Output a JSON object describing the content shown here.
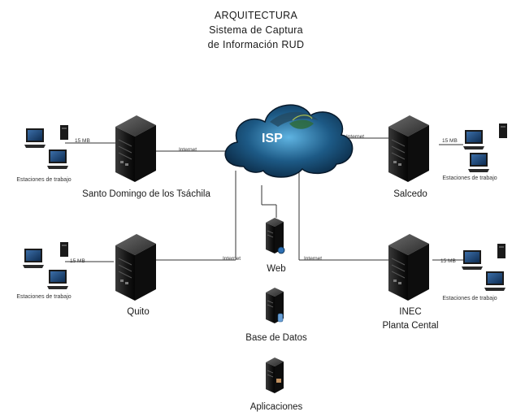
{
  "title": {
    "line1": "ARQUITECTURA",
    "line2": "Sistema de Captura",
    "line3": "de Información RUD"
  },
  "cloud": {
    "label": "ISP"
  },
  "sites": {
    "santo_domingo": {
      "name": "Santo Domingo de los Tsáchila",
      "link": "Internet",
      "lan": "15 MB",
      "workstations": "Estaciones de trabajo"
    },
    "salcedo": {
      "name": "Salcedo",
      "link": "Internet",
      "lan": "15 MB",
      "workstations": "Estaciones de trabajo"
    },
    "quito": {
      "name": "Quito",
      "link": "Internet",
      "lan": "15 MB",
      "workstations": "Estaciones de trabajo"
    },
    "inec": {
      "name_line1": "INEC",
      "name_line2": "Planta Cental",
      "link": "Internet",
      "lan": "15 MB",
      "workstations": "Estaciones de trabajo"
    }
  },
  "central": {
    "web": "Web",
    "db": "Base de Datos",
    "apps": "Aplicaciones"
  },
  "colors": {
    "cloud_dark": "#0b2a45",
    "cloud_light": "#4a9fd0",
    "server": "#1c1c1c",
    "line": "#333333"
  }
}
